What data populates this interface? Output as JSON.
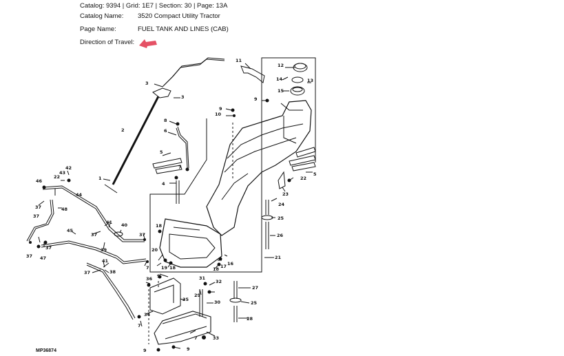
{
  "header": {
    "catalog_line": "Catalog: 9394 | Grid: 1E7 | Section: 30 | Page: 13A",
    "catalog_name_label": "Catalog Name:",
    "catalog_name_value": "3520 Compact Utility Tractor",
    "page_name_label": "Page Name:",
    "page_name_value": "FUEL TANK AND LINES (CAB)",
    "direction_label": "Direction of Travel:"
  },
  "figure_code": "MP36874",
  "colors": {
    "arrow": "#e0324a",
    "line": "#111111"
  },
  "part_labels": [
    {
      "text": "1"
    },
    {
      "text": "2"
    },
    {
      "text": "3"
    },
    {
      "text": "3"
    },
    {
      "text": "4"
    },
    {
      "text": "5"
    },
    {
      "text": "5"
    },
    {
      "text": "6"
    },
    {
      "text": "7"
    },
    {
      "text": "7"
    },
    {
      "text": "8"
    },
    {
      "text": "9"
    },
    {
      "text": "9"
    },
    {
      "text": "9"
    },
    {
      "text": "9"
    },
    {
      "text": "9"
    },
    {
      "text": "10"
    },
    {
      "text": "11"
    },
    {
      "text": "12"
    },
    {
      "text": "13"
    },
    {
      "text": "14"
    },
    {
      "text": "15"
    },
    {
      "text": "16"
    },
    {
      "text": "17"
    },
    {
      "text": "18"
    },
    {
      "text": "18"
    },
    {
      "text": "18"
    },
    {
      "text": "19"
    },
    {
      "text": "20"
    },
    {
      "text": "21"
    },
    {
      "text": "22"
    },
    {
      "text": "22"
    },
    {
      "text": "23"
    },
    {
      "text": "24"
    },
    {
      "text": "25"
    },
    {
      "text": "25"
    },
    {
      "text": "26"
    },
    {
      "text": "27"
    },
    {
      "text": "28"
    },
    {
      "text": "29"
    },
    {
      "text": "30"
    },
    {
      "text": "31"
    },
    {
      "text": "32"
    },
    {
      "text": "33"
    },
    {
      "text": "34"
    },
    {
      "text": "35"
    },
    {
      "text": "36"
    },
    {
      "text": "37"
    },
    {
      "text": "37"
    },
    {
      "text": "37"
    },
    {
      "text": "37"
    },
    {
      "text": "37"
    },
    {
      "text": "37"
    },
    {
      "text": "37"
    },
    {
      "text": "38"
    },
    {
      "text": "39"
    },
    {
      "text": "40"
    },
    {
      "text": "41"
    },
    {
      "text": "41"
    },
    {
      "text": "42"
    },
    {
      "text": "43"
    },
    {
      "text": "44"
    },
    {
      "text": "45"
    },
    {
      "text": "46"
    },
    {
      "text": "47"
    },
    {
      "text": "48"
    },
    {
      "text": "7"
    },
    {
      "text": "7"
    }
  ]
}
